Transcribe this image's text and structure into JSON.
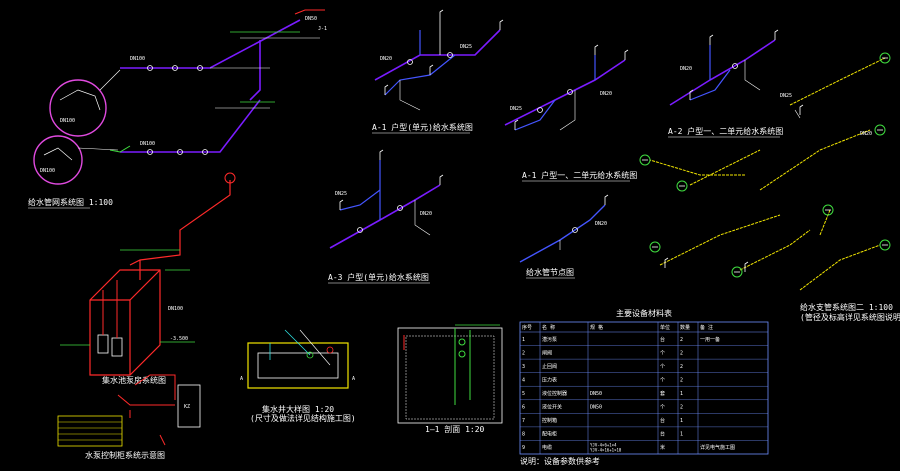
{
  "colors": {
    "background": "#000000",
    "main_pipe": "#7a1cff",
    "riser_pipe": "#4455ff",
    "supply_line": "#3fdc3f",
    "drain_line": "#ff2a2a",
    "branch_yellow": "#f2e600",
    "text": "#ffffff",
    "table_border": "#6f8fff",
    "magenta_circle": "#e04adf",
    "cyan": "#2fe0e0"
  },
  "labels": {
    "top_left_caption": "给水管网系统图 1:100",
    "view_a1": "A-1 户型(单元)给水系统图",
    "view_b1": "A-1 户型一、二单元给水系统图",
    "view_c1": "A-2 户型一、二单元给水系统图",
    "view_a3": "A-3 户型(单元)给水系统图",
    "view_drain": "给水管节点图",
    "right_caption": "给水支管系统图二 1:100",
    "right_subcaption": "(管径及标高详见系统图说明)",
    "pump_caption": "集水池泵房系统图",
    "control_caption": "水泵控制柜系统示意图",
    "pit_plan_caption": "集水井大样图 1:20",
    "pit_plan_subcaption": "(尺寸及做法详见结构施工图)",
    "section_caption": "1—1  剖面 1:20",
    "table_title": "主要设备材料表",
    "table_footer": "说明：设备参数供参考"
  },
  "table": {
    "headers": [
      "序号",
      "名  称",
      "规  格",
      "单位",
      "数量",
      "备 注"
    ],
    "rows": [
      [
        "1",
        "潜污泵",
        "",
        "台",
        "2",
        "一用一备"
      ],
      [
        "2",
        "闸阀",
        "",
        "个",
        "2",
        ""
      ],
      [
        "3",
        "止回阀",
        "",
        "个",
        "2",
        ""
      ],
      [
        "4",
        "压力表",
        "",
        "个",
        "2",
        ""
      ],
      [
        "5",
        "液位控制器",
        "DN50",
        "套",
        "1",
        ""
      ],
      [
        "6",
        "液位开关",
        "DN50",
        "个",
        "2",
        ""
      ],
      [
        "7",
        "控制箱",
        "",
        "台",
        "1",
        ""
      ],
      [
        "8",
        "配电柜",
        "",
        "台",
        "1",
        ""
      ],
      [
        "9",
        "电缆",
        "YJV-4×6+1×4 YJV-4×16+1×10",
        "米",
        "",
        "详见电气施工图"
      ]
    ]
  },
  "icons": {
    "valve": "valve-icon",
    "pump": "pump-icon",
    "axis_marker": "axis-marker-icon",
    "magnifier": "detail-circle-icon"
  }
}
